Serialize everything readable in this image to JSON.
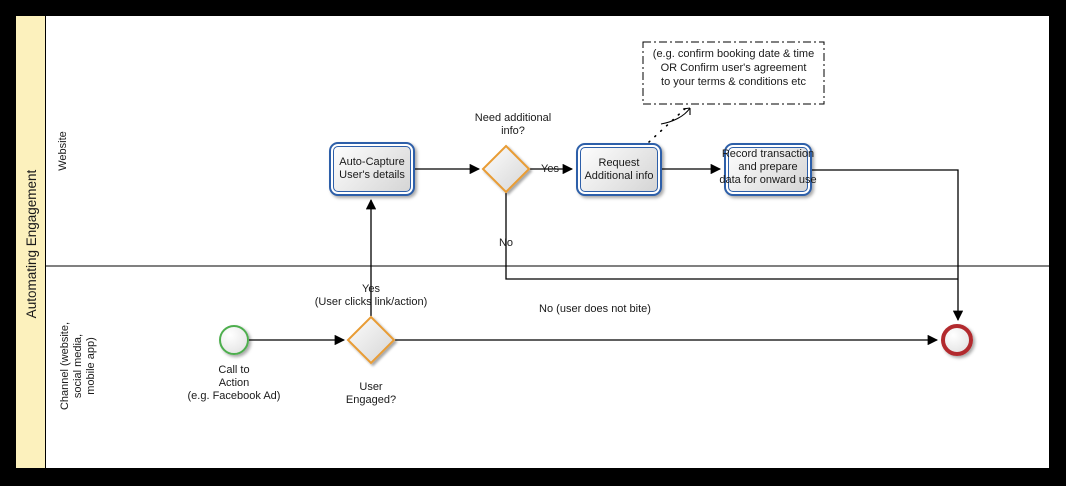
{
  "pool": {
    "title": "Automating Engagement",
    "lanes": [
      {
        "label": "Website"
      },
      {
        "label": "Channel (website,\nsocial media,\nmobile app)"
      }
    ]
  },
  "nodes": {
    "auto_capture": {
      "type": "task",
      "label": "Auto-Capture\nUser's details"
    },
    "gateway_need_info": {
      "type": "gateway",
      "label": "Need additional\ninfo?"
    },
    "request_additional": {
      "type": "task",
      "label": "Request\nAdditional info"
    },
    "record_transaction": {
      "type": "task",
      "label": "Record transaction\nand prepare\ndata for onward use"
    },
    "annotation": {
      "type": "annotation",
      "label": "(e.g. confirm booking date & time\nOR Confirm user's agreement\nto your terms & conditions etc"
    },
    "start_event": {
      "type": "start-event",
      "label": "Call to\nAction\n(e.g. Facebook Ad)"
    },
    "gateway_user_engaged": {
      "type": "gateway",
      "label": "User\nEngaged?"
    },
    "end_event": {
      "type": "end-event"
    }
  },
  "edge_labels": {
    "yes_need_info": "Yes",
    "no_need_info": "No",
    "yes_engaged": "Yes\n(User clicks link/action)",
    "no_engaged": "No (user does not bite)"
  },
  "colors": {
    "band_bg": "#FCF1BD",
    "task_border": "#2D5FA9",
    "gateway_border": "#E89C35",
    "start_border": "#4DAE4D",
    "end_border": "#B22A2E",
    "connector": "#000000"
  }
}
